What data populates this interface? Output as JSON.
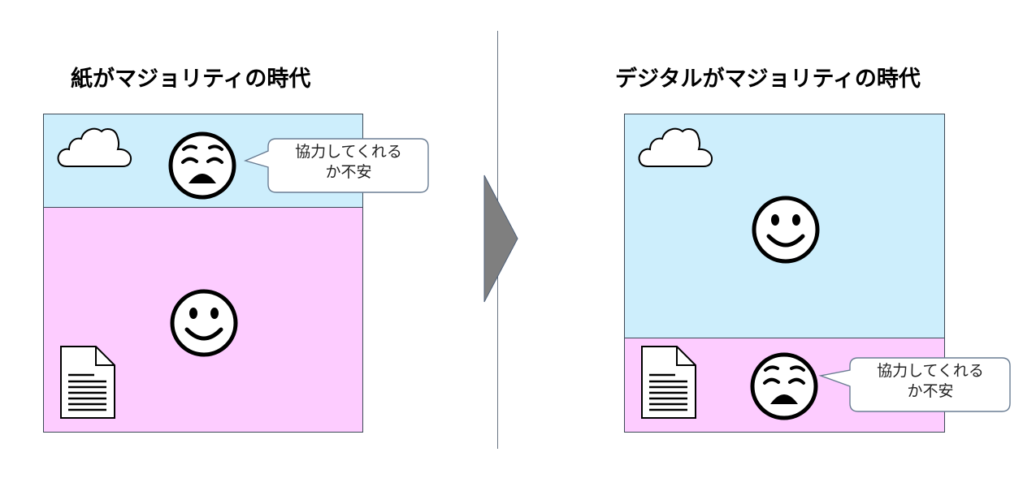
{
  "left_scene": {
    "title": "紙がマジョリティの時代",
    "speech_bubble": {
      "line1": "協力してくれる",
      "line2": "か不安"
    },
    "top_region_color": "#cdeefc",
    "bottom_region_color": "#fdccff",
    "icons": [
      "cloud-icon",
      "worried-face-icon",
      "smiley-face-icon",
      "document-icon"
    ]
  },
  "right_scene": {
    "title": "デジタルがマジョリティの時代",
    "speech_bubble": {
      "line1": "協力してくれる",
      "line2": "か不安"
    },
    "top_region_color": "#cdeefc",
    "bottom_region_color": "#fdccff",
    "icons": [
      "cloud-icon",
      "smiley-face-icon",
      "worried-face-icon",
      "document-icon"
    ]
  },
  "arrow_color": "#7f7f7f"
}
